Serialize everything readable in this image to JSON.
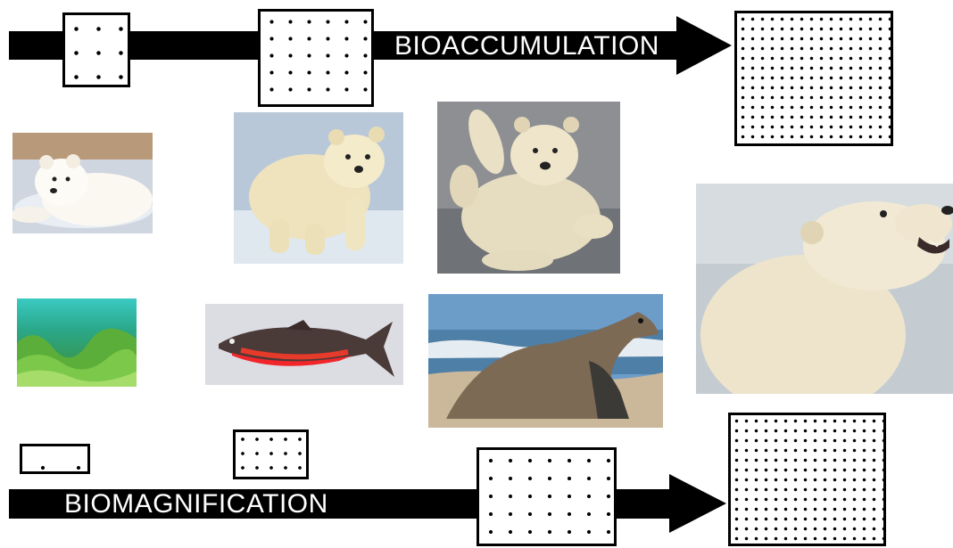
{
  "labels": {
    "top_arrow": "BIOACCUMULATION",
    "bottom_arrow": "BIOMAGNIFICATION"
  },
  "colors": {
    "arrow": "#000000",
    "box_border": "#000000",
    "dot": "#000000"
  },
  "images": {
    "row1": [
      "polar-bear-cub-lying",
      "polar-bear-cub-walking",
      "polar-bear-cub-waving"
    ],
    "adult": "adult-polar-bear",
    "row2": [
      "seagrass",
      "arctic-char-fish",
      "seal"
    ]
  }
}
